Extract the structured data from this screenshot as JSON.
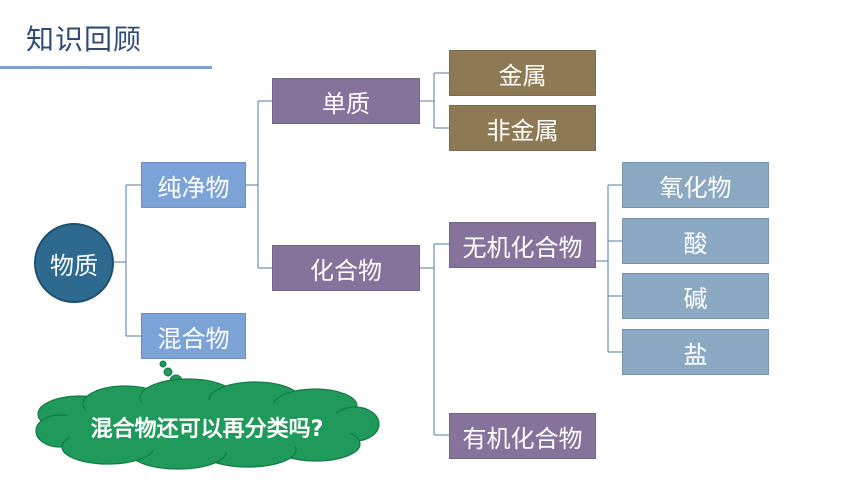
{
  "header": {
    "title": "知识回顾"
  },
  "diagram": {
    "root": "物质",
    "pure": "纯净物",
    "mixture": "混合物",
    "element": "单质",
    "compound": "化合物",
    "metal": "金属",
    "nonmetal": "非金属",
    "inorganic": "无机化合物",
    "organic": "有机化合物",
    "oxide": "氧化物",
    "acid": "酸",
    "base": "碱",
    "salt": "盐"
  },
  "callout": {
    "question": "混合物还可以再分类吗?"
  },
  "colors": {
    "root": "#2e6a90",
    "level1": "#7ba3d7",
    "level2": "#86739b",
    "elements": "#8d7a55",
    "inorganic_children": "#8ca9c4",
    "cloud": "#1f9a5a"
  }
}
